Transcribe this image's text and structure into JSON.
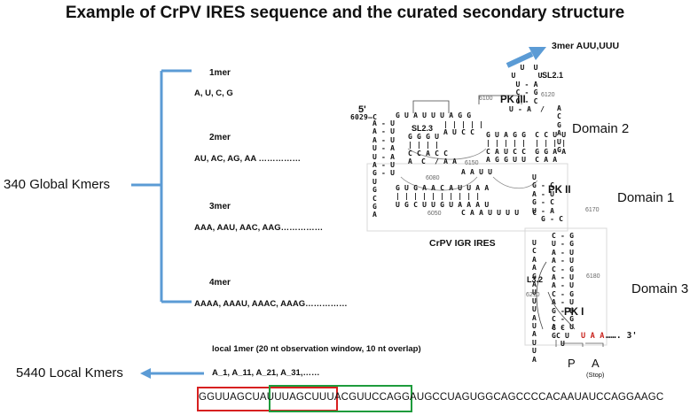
{
  "title": "Example of CrPV IRES sequence and the curated secondary structure",
  "global": {
    "label": "340 Global Kmers",
    "groups": [
      {
        "name": "1mer",
        "examples": "A, U, C, G"
      },
      {
        "name": "2mer",
        "examples": "AU, AC, AG, AA ……………"
      },
      {
        "name": "3mer",
        "examples": "AAA, AAU, AAC, AAG……………"
      },
      {
        "name": "4mer",
        "examples": "AAAA, AAAU, AAAC, AAAG……………"
      }
    ]
  },
  "local": {
    "label": "5440 Local Kmers",
    "heading": "local 1mer (20 nt observation window, 10 nt overlap)",
    "examples": "A_1, A_11, A_21, A_31,……"
  },
  "sequence": "GGUUAGCUAUUUAGCUUUACGUUCCAGGAUGCCUAGUGGCAGCCCCACAAUAUCCAGGAAGC",
  "structure": {
    "arrow_label": "3mer AUU,UUU",
    "ires_label": "CrPV IGR IRES",
    "domains": [
      "Domain 2",
      "Domain 1",
      "Domain 3"
    ],
    "pseudoknots": [
      "PK III",
      "PK II",
      "PK I"
    ],
    "stem_loops": [
      "SL2.1",
      "SL2.3",
      "L3.2"
    ],
    "positions": [
      "6100",
      "6120",
      "6029–C",
      "6150",
      "6080",
      "6050",
      "6170",
      "6180",
      "6210"
    ],
    "five_prime": "5'",
    "three_prime": "……. 3'",
    "p_site": "P",
    "a_site": "A",
    "stop": "(Stop)",
    "stop_codon": "U A A",
    "accent_color": "#5b9bd5",
    "box_colors": {
      "red": "#d72020",
      "green": "#1e9b3c"
    }
  }
}
